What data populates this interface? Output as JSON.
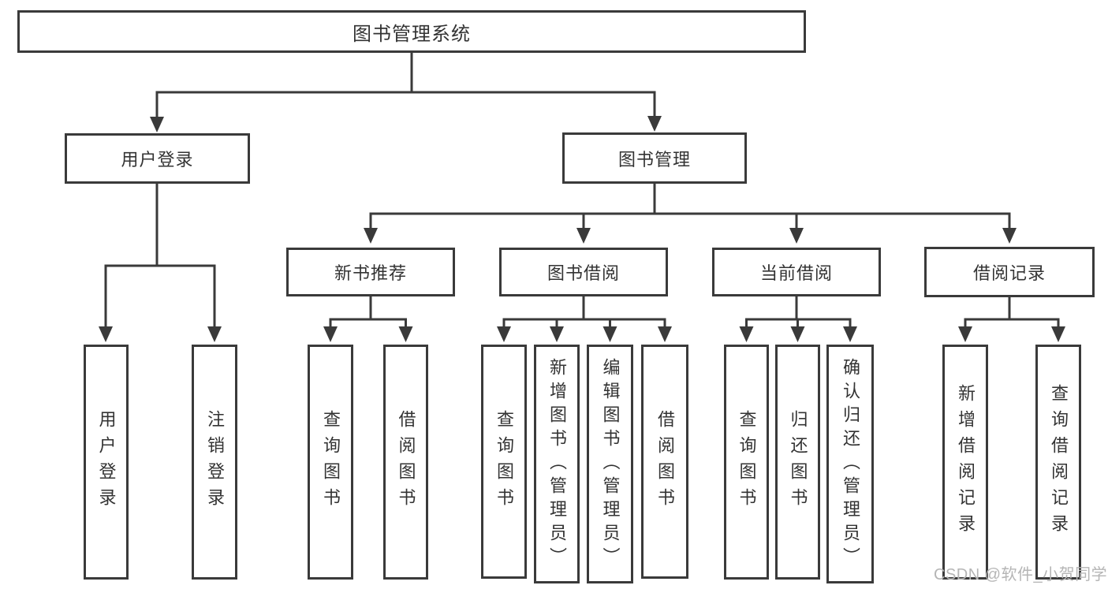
{
  "diagram": {
    "title": "图书管理系统",
    "colors": {
      "line": "#3a3a3a",
      "text": "#333333",
      "background": "#ffffff",
      "watermark": "#b5b5b5"
    },
    "nodes": {
      "root": {
        "label": "图书管理系统"
      },
      "user_login": {
        "label": "用户登录"
      },
      "book_mgmt": {
        "label": "图书管理"
      },
      "new_book_rec": {
        "label": "新书推荐"
      },
      "book_borrow": {
        "label": "图书借阅"
      },
      "current_borrow": {
        "label": "当前借阅"
      },
      "borrow_records": {
        "label": "借阅记录"
      },
      "leaves": {
        "user_login": [
          "用户登录",
          "注销登录"
        ],
        "new_book_rec": [
          "查询图书",
          "借阅图书"
        ],
        "book_borrow": [
          "查询图书",
          "新增图书（管理员）",
          "编辑图书（管理员）",
          "借阅图书"
        ],
        "current_borrow": [
          "查询图书",
          "归还图书",
          "确认归还（管理员）"
        ],
        "borrow_records": [
          "新增借阅记录",
          "查询借阅记录"
        ]
      }
    },
    "watermark": "CSDN @软件_小贺同学"
  }
}
